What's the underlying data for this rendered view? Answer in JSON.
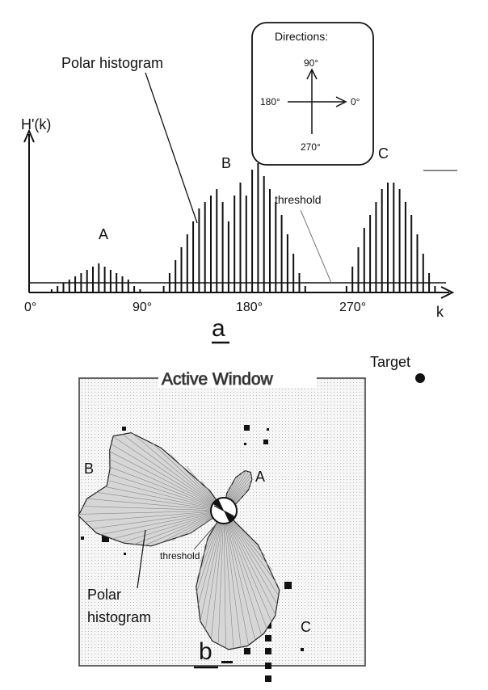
{
  "panel_a": {
    "axis_y_label": "H'(k)",
    "axis_x_label": "k",
    "tick_labels": [
      "0°",
      "90°",
      "180°",
      "270°"
    ],
    "peak_labels": [
      "A",
      "B",
      "C"
    ],
    "callout_polar": "Polar histogram",
    "callout_threshold": "threshold",
    "caption": "a",
    "directions_box": {
      "title": "Directions:",
      "north": "90°",
      "west": "180°",
      "east": "0°",
      "south": "270°"
    }
  },
  "panel_b": {
    "window_title": "Active Window",
    "target_label": "Target",
    "lobe_labels": [
      "A",
      "B",
      "C"
    ],
    "threshold_label": "threshold",
    "polar_line1": "Polar",
    "polar_line2": "histogram",
    "caption": "b"
  },
  "histogram_heights": [
    0,
    0,
    0,
    1,
    2,
    3,
    4,
    5,
    6,
    7,
    8,
    9,
    8,
    7,
    6,
    5,
    4,
    2,
    1,
    0,
    0,
    0,
    2,
    6,
    10,
    14,
    18,
    22,
    26,
    28,
    30,
    32,
    28,
    22,
    30,
    34,
    30,
    38,
    40,
    36,
    32,
    28,
    24,
    18,
    12,
    6,
    2,
    0,
    0,
    0,
    0,
    0,
    0,
    2,
    8,
    14,
    20,
    24,
    28,
    32,
    34,
    34,
    32,
    28,
    24,
    18,
    12,
    6,
    2
  ],
  "colors": {
    "ink": "#111111",
    "window_bg": "#f2f2f2",
    "lobe_fill": "#d6d6d6"
  }
}
